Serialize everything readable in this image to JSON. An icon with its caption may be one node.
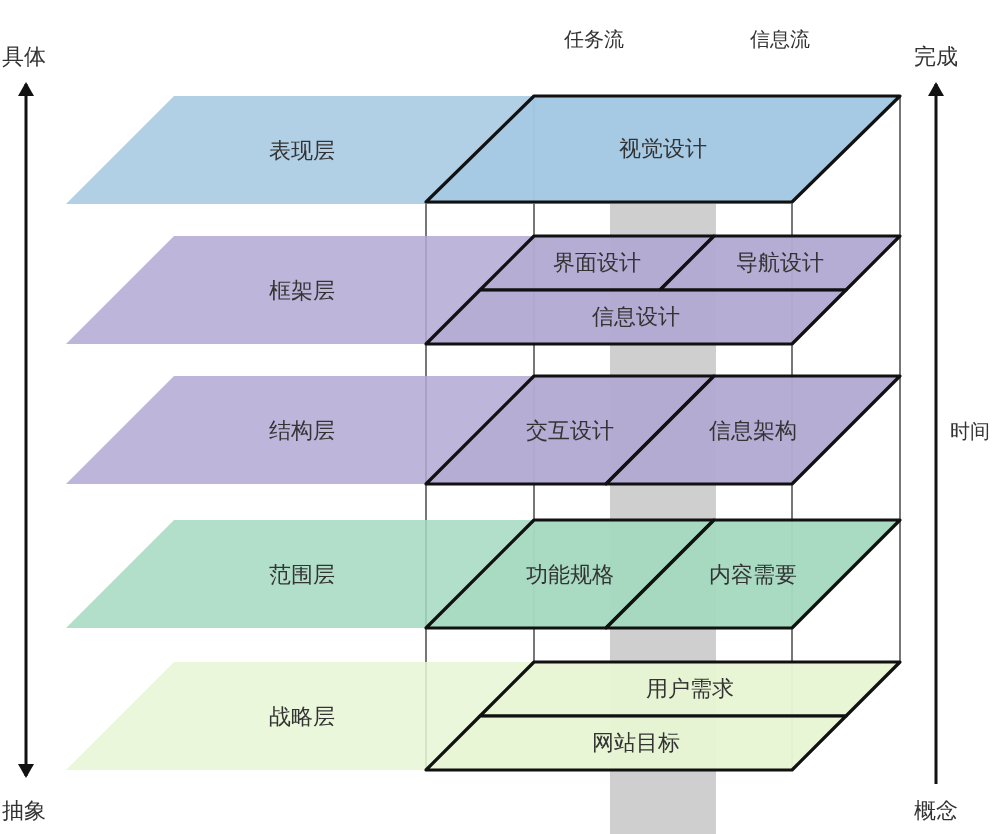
{
  "diagram": {
    "nodes": [
      {
        "text": [
          "表现层"
        ]
      },
      {
        "text": [
          "视觉设计"
        ],
        "in": 0
      },
      {
        "text": [
          "框架层"
        ]
      },
      {
        "text": [
          "界面设计"
        ],
        "in": 2
      },
      {
        "text": [
          "导航设计"
        ],
        "in": 2
      },
      {
        "text": [
          "信息设计"
        ],
        "in": 2
      },
      {
        "text": [
          "结构层"
        ]
      },
      {
        "text": [
          "交互设计"
        ],
        "in": 6
      },
      {
        "text": [
          "信息架构"
        ],
        "in": 6
      },
      {
        "text": [
          "范围层"
        ]
      },
      {
        "text": [
          "功能规格"
        ],
        "in": 9
      },
      {
        "text": [
          "内容需要"
        ],
        "in": 9
      },
      {
        "text": [
          "战略层"
        ]
      },
      {
        "text": [
          "用户需求"
        ],
        "in": 12
      },
      {
        "text": [
          "网站目标"
        ],
        "in": 12
      }
    ],
    "labels": [
      "任务流",
      "信息流",
      "具体",
      "完成",
      "时间",
      "抽象",
      "概念"
    ]
  }
}
